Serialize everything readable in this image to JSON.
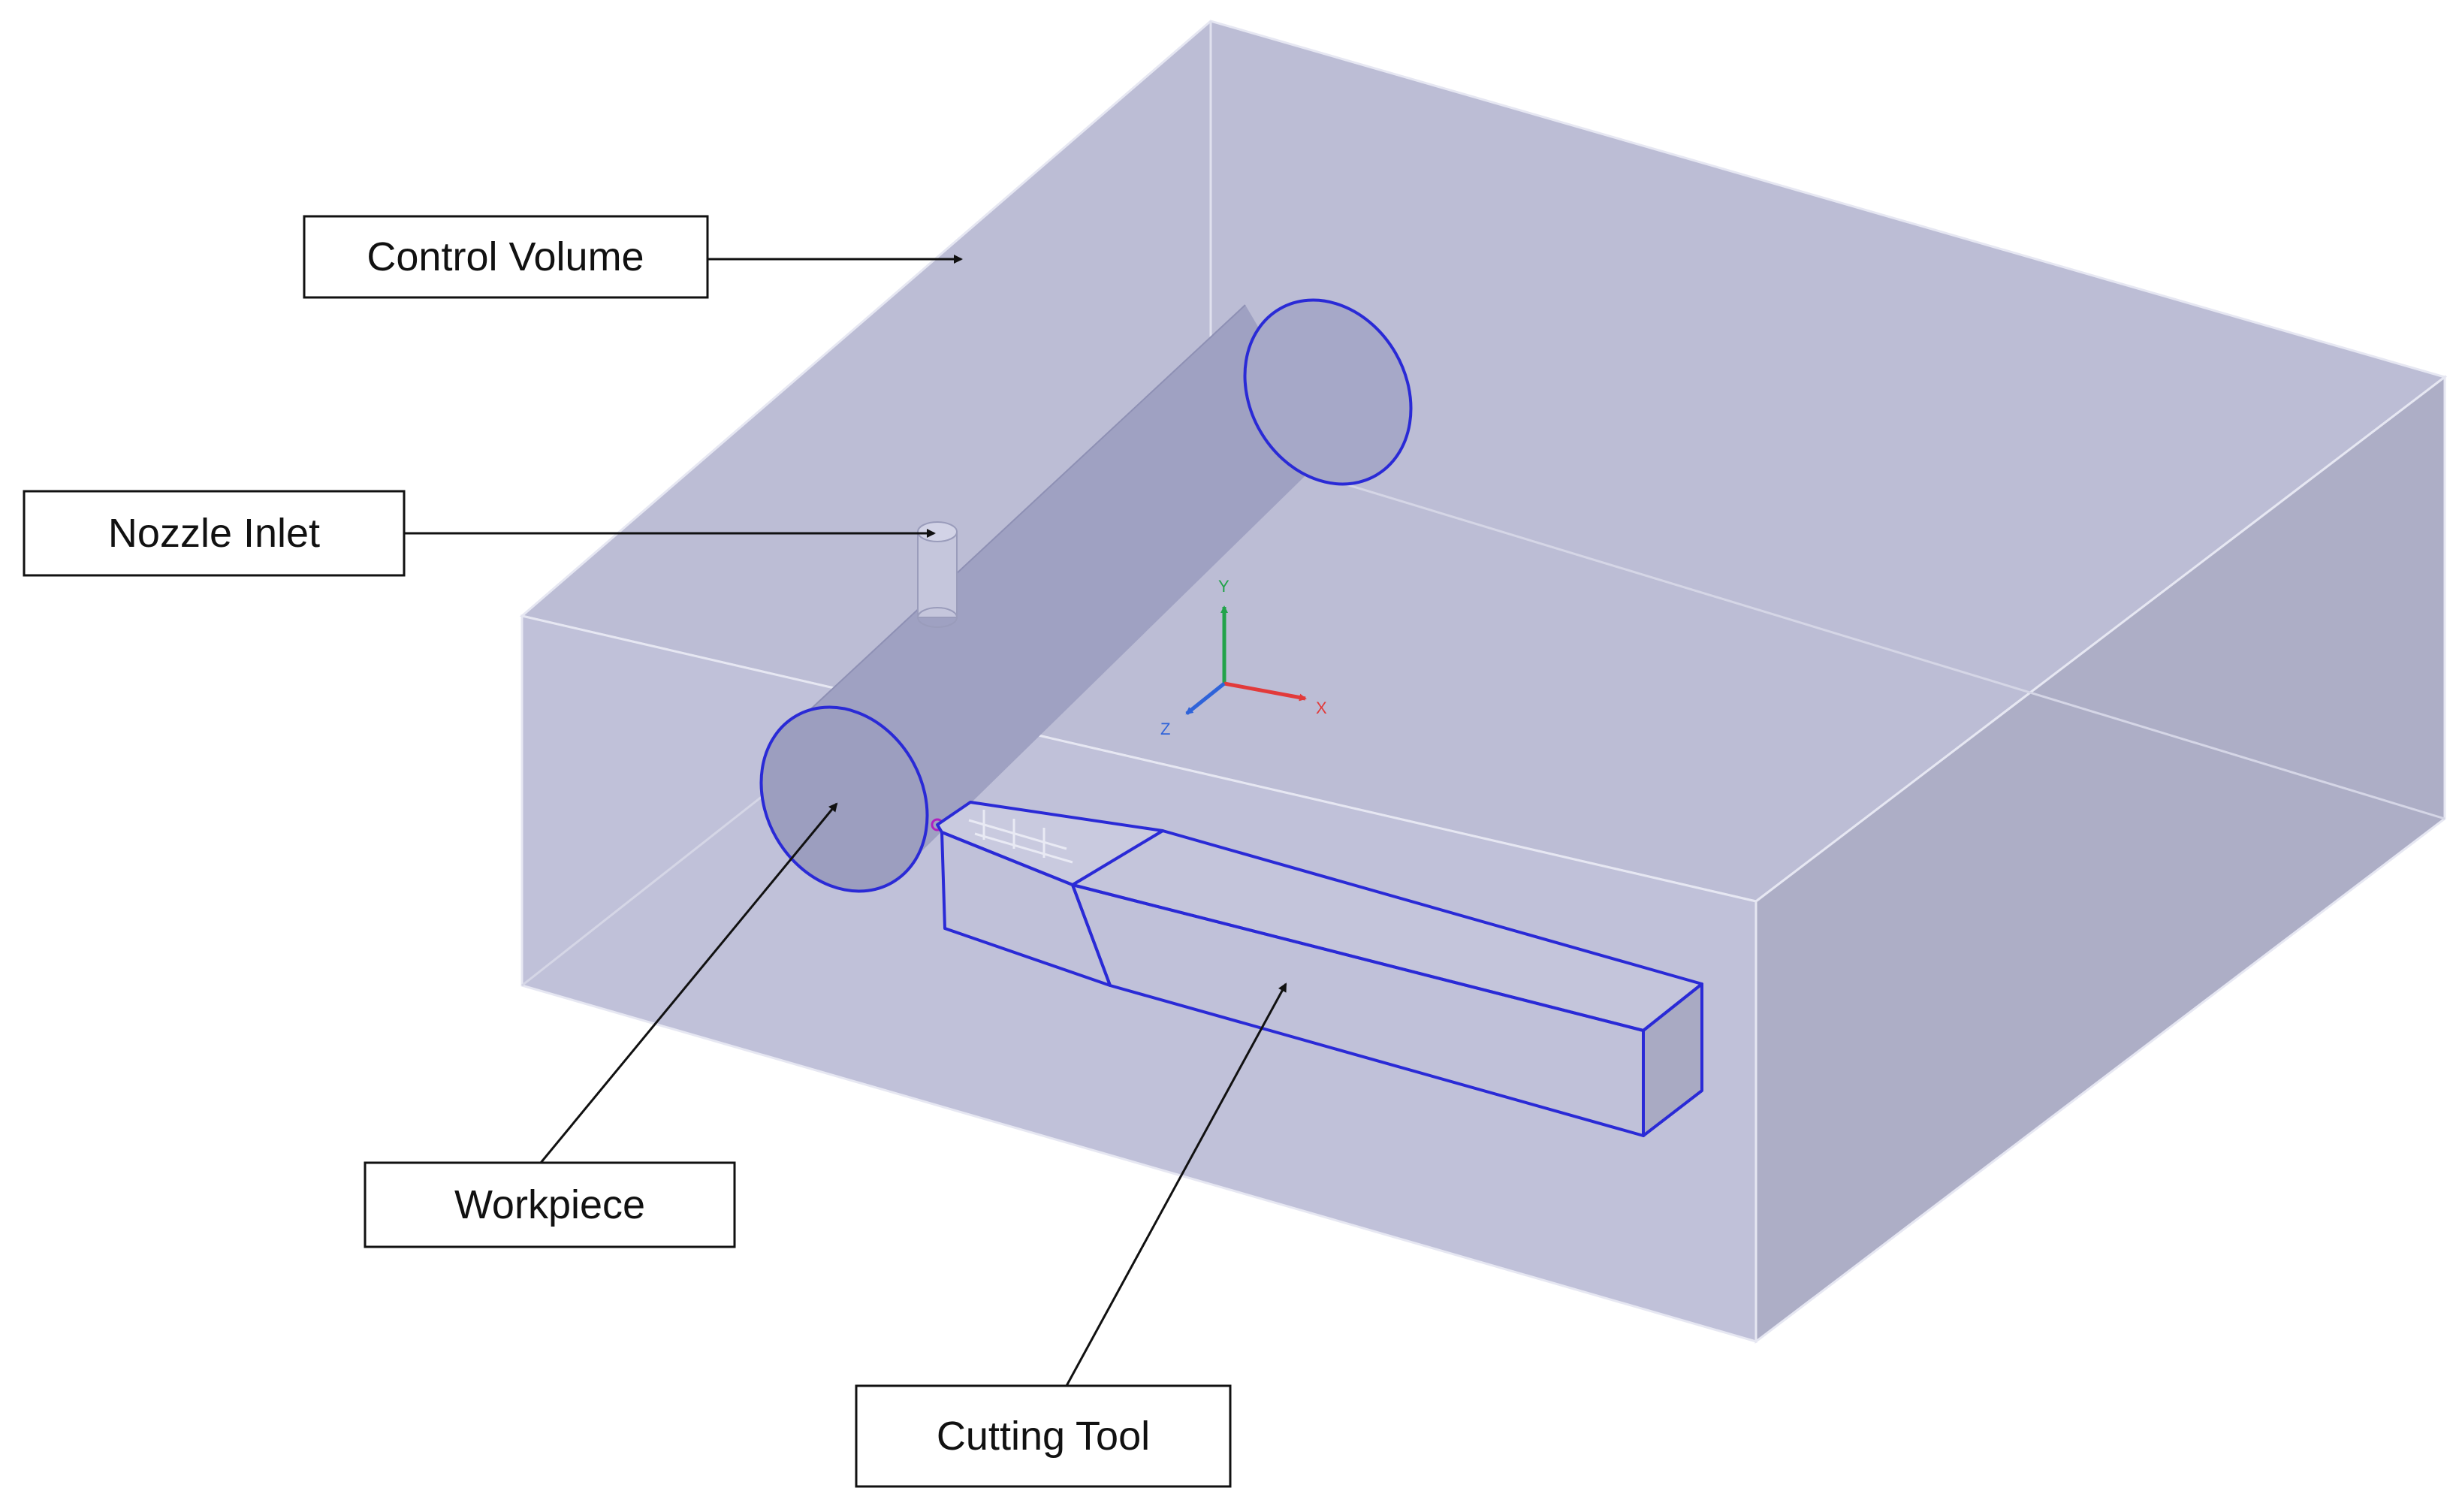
{
  "labels": {
    "control_volume": "Control Volume",
    "nozzle_inlet": "Nozzle Inlet",
    "workpiece": "Workpiece",
    "cutting_tool": "Cutting Tool"
  },
  "axes": {
    "x": "X",
    "y": "Y",
    "z": "Z"
  },
  "colors": {
    "box_face_front": "#bfc0d8",
    "box_face_top": "#bcbdd5",
    "box_face_side": "#adaec6",
    "box_edge": "#e6e7f2",
    "geometry_edge": "#2a2ad6",
    "cylinder_body": "#9fa1c2",
    "axis_x": "#e23a3a",
    "axis_y": "#22a34a",
    "axis_z": "#2f63d9",
    "callout_border": "#111111",
    "arrow": "#111111"
  }
}
